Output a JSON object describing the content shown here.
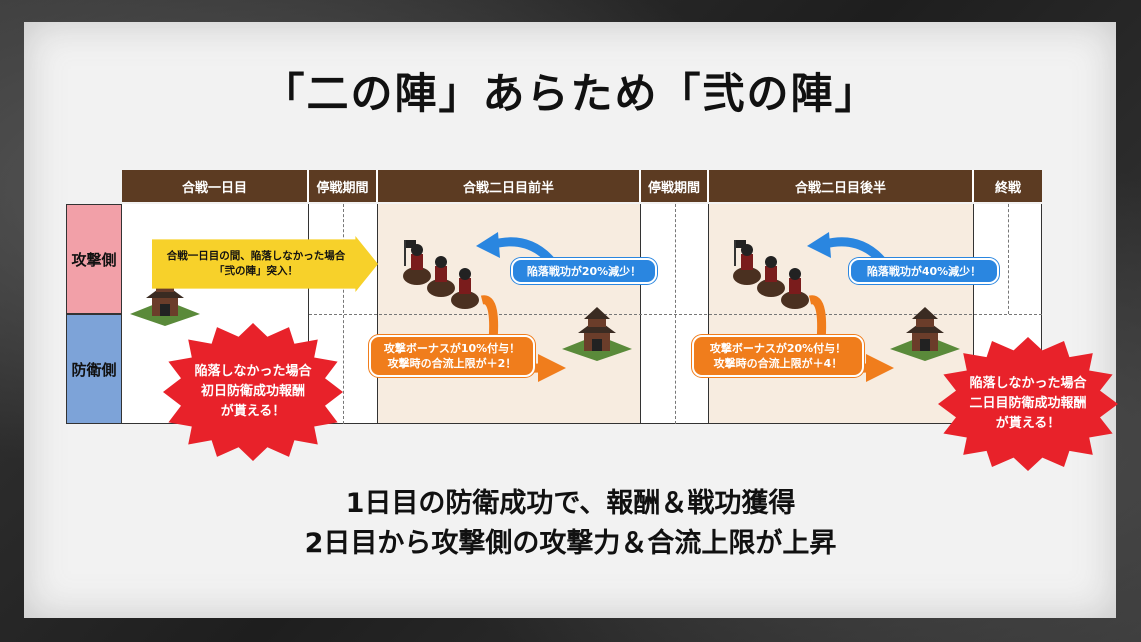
{
  "title": "「二の陣」あらため「弐の陣」",
  "table": {
    "columns": [
      "合戦一日目",
      "停戦期間",
      "合戦二日目前半",
      "停戦期間",
      "合戦二日目後半",
      "終戦"
    ],
    "rows": [
      "攻撃側",
      "防衛側"
    ]
  },
  "callouts": {
    "yellow_line1": "合戦一日目の間、陥落しなかった場合",
    "yellow_line2": "「弐の陣」突入！",
    "blue1": "陥落戦功が20%減少！",
    "orange1_line1": "攻撃ボーナスが10%付与！",
    "orange1_line2": "攻撃時の合流上限が＋2！",
    "blue2": "陥落戦功が40%減少！",
    "orange2_line1": "攻撃ボーナスが20%付与！",
    "orange2_line2": "攻撃時の合流上限が＋4！",
    "burst1_line1": "陥落しなかった場合",
    "burst1_line2": "初日防衛成功報酬",
    "burst1_line3": "が貰える！",
    "burst2_line1": "陥落しなかった場合",
    "burst2_line2": "二日目防衛成功報酬",
    "burst2_line3": "が貰える！"
  },
  "bottom": {
    "line1": "1日目の防衛成功で、報酬＆戦功獲得",
    "line2": "2日目から攻撃側の攻撃力＆合流上限が上昇"
  },
  "icons": [
    "castle-icon",
    "cavalry-icon",
    "blue-curved-arrow-icon",
    "orange-curved-arrow-icon"
  ],
  "colors": {
    "header": "#5c3b22",
    "attack_row": "#f2a0a8",
    "defense_row": "#7da3d8",
    "yellow": "#f7d12a",
    "blue": "#2a86e0",
    "orange": "#f07d1c",
    "burst": "#e8222a"
  }
}
